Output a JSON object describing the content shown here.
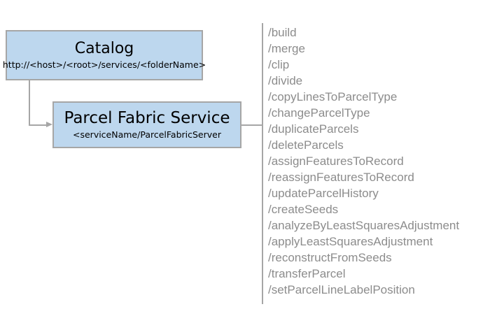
{
  "diagram": {
    "catalog_box": {
      "title": "Catalog",
      "subtitle": "http://<host>/<root>/services/<folderName>"
    },
    "service_box": {
      "title": "Parcel Fabric Service",
      "subtitle": "<serviceName/ParcelFabricServer"
    }
  },
  "endpoints": {
    "items": [
      "/build",
      "/merge",
      "/clip",
      "/divide",
      "/copyLinesToParcelType",
      "/changeParcelType",
      "/duplicateParcels",
      "/deleteParcels",
      "/assignFeaturesToRecord",
      "/reassignFeaturesToRecord",
      "/updateParcelHistory",
      "/createSeeds",
      "/analyzeByLeastSquaresAdjustment",
      "/applyLeastSquaresAdjustment",
      "/reconstructFromSeeds",
      "/transferParcel",
      "/setParcelLineLabelPosition"
    ]
  },
  "colors": {
    "box_fill": "#bdd7ee",
    "box_border": "#a6a6a6",
    "connector": "#a6a6a6",
    "endpoint_text": "#8c8c8c",
    "title_text": "#000000"
  }
}
